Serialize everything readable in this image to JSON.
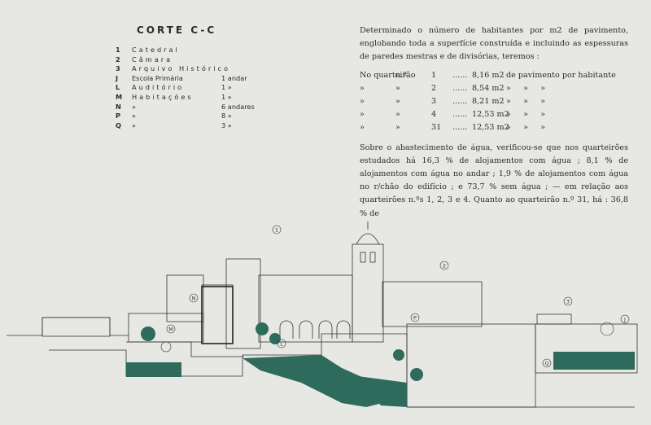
{
  "section": {
    "title": "CORTE C-C"
  },
  "legend": [
    {
      "key": "1",
      "label": "Catedral",
      "floors": ""
    },
    {
      "key": "2",
      "label": "Câmara",
      "floors": ""
    },
    {
      "key": "3",
      "label": "Arquivo Histórico",
      "floors": ""
    },
    {
      "key": "J",
      "label": "Escola Primária",
      "floors": "1 andar"
    },
    {
      "key": "L",
      "label": "Auditório",
      "floors": "1 »"
    },
    {
      "key": "M",
      "label": "Habitações",
      "floors": "1 »"
    },
    {
      "key": "N",
      "label": "»",
      "floors": "6 andares"
    },
    {
      "key": "P",
      "label": "»",
      "floors": "8 »"
    },
    {
      "key": "Q",
      "label": "»",
      "floors": "3 »"
    }
  ],
  "text": {
    "intro": "Determinado o número de habitantes por m2 de pavimento, englobando toda a superfície construída e incluindo as espessuras de paredes mestras e de divisórias, teremos :",
    "rows": [
      {
        "a": "No quarteirão",
        "b": "n.º",
        "n": "1",
        "dots": "......",
        "v": "8,16 m2",
        "t": "de pavimento por habitante"
      },
      {
        "a": "»",
        "b": "»",
        "n": "2",
        "dots": "......",
        "v": "8,54 m2",
        "t": "»     »     »"
      },
      {
        "a": "»",
        "b": "»",
        "n": "3",
        "dots": "......",
        "v": "8,21 m2",
        "t": "»     »     »"
      },
      {
        "a": "»",
        "b": "»",
        "n": "4",
        "dots": "......",
        "v": "12,53 m2",
        "t": "»     »     »"
      },
      {
        "a": "»",
        "b": "»",
        "n": "31",
        "dots": "......",
        "v": "12,53 m2",
        "t": "»     »     »"
      }
    ],
    "water": "Sobre o abastecimento de água, verificou-se que nos quarteirões estudados há 16,3 % de alojamentos com água ; 8,1 % de alojamentos com água no andar ; 1,9 % de alojamentos com água no r/chão do edifício ; e 73,7 % sem água ; — em relação aos quarteirões n.ºs 1, 2, 3 e 4. Quanto ao quarteirão n.º 31, há : 36,8 % de"
  },
  "drawing": {
    "markers": [
      "1",
      "2",
      "3",
      "J",
      "L",
      "M",
      "N",
      "P",
      "Q"
    ],
    "colors": {
      "green": "#2f6b5c",
      "line": "#333333",
      "paper": "#e7e8e3"
    }
  }
}
